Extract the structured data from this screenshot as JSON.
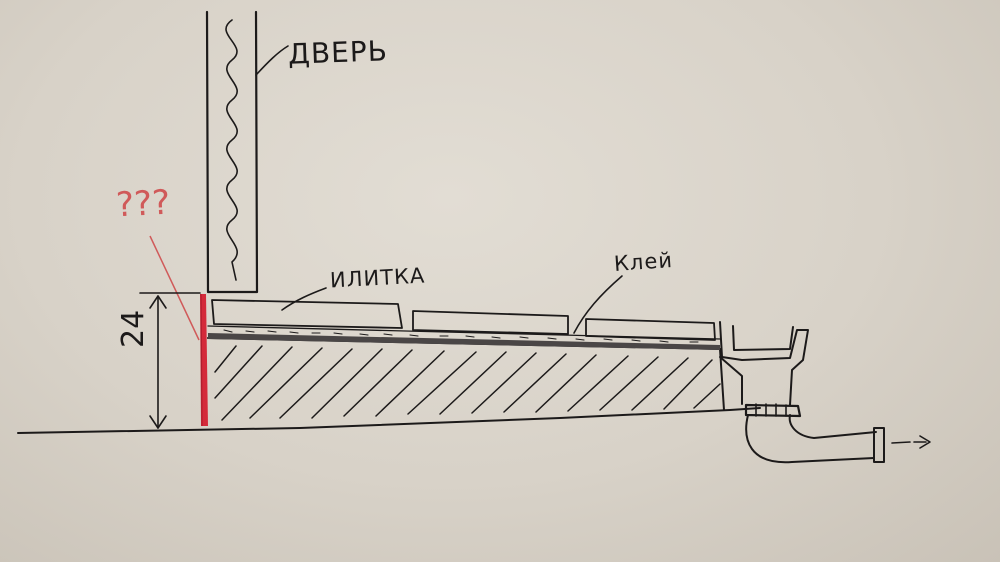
{
  "labels": {
    "door": "ДВЕРЬ",
    "tile": "ИЛИТКА",
    "glue": "Клей",
    "question": "???",
    "height": "24"
  },
  "colors": {
    "ink": "#1c1a1a",
    "red_marker": "#d42a3a",
    "red_pencil": "#d05a5a",
    "paper": "#dcd6cc"
  }
}
